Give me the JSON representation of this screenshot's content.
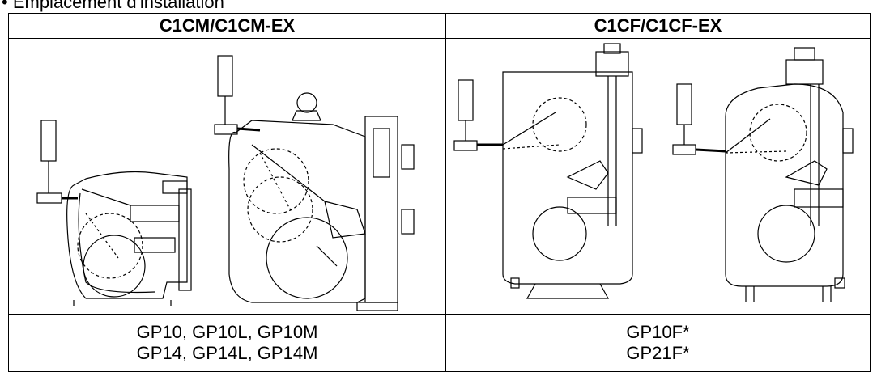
{
  "caption": "• Emplacement d'installation",
  "columns": [
    {
      "header": "C1CM/C1CM-EX",
      "models": [
        "GP10, GP10L, GP10M",
        "GP14, GP14L, GP14M"
      ]
    },
    {
      "header": "C1CF/C1CF-EX",
      "models": [
        "GP10F*",
        "GP21F*"
      ]
    }
  ]
}
